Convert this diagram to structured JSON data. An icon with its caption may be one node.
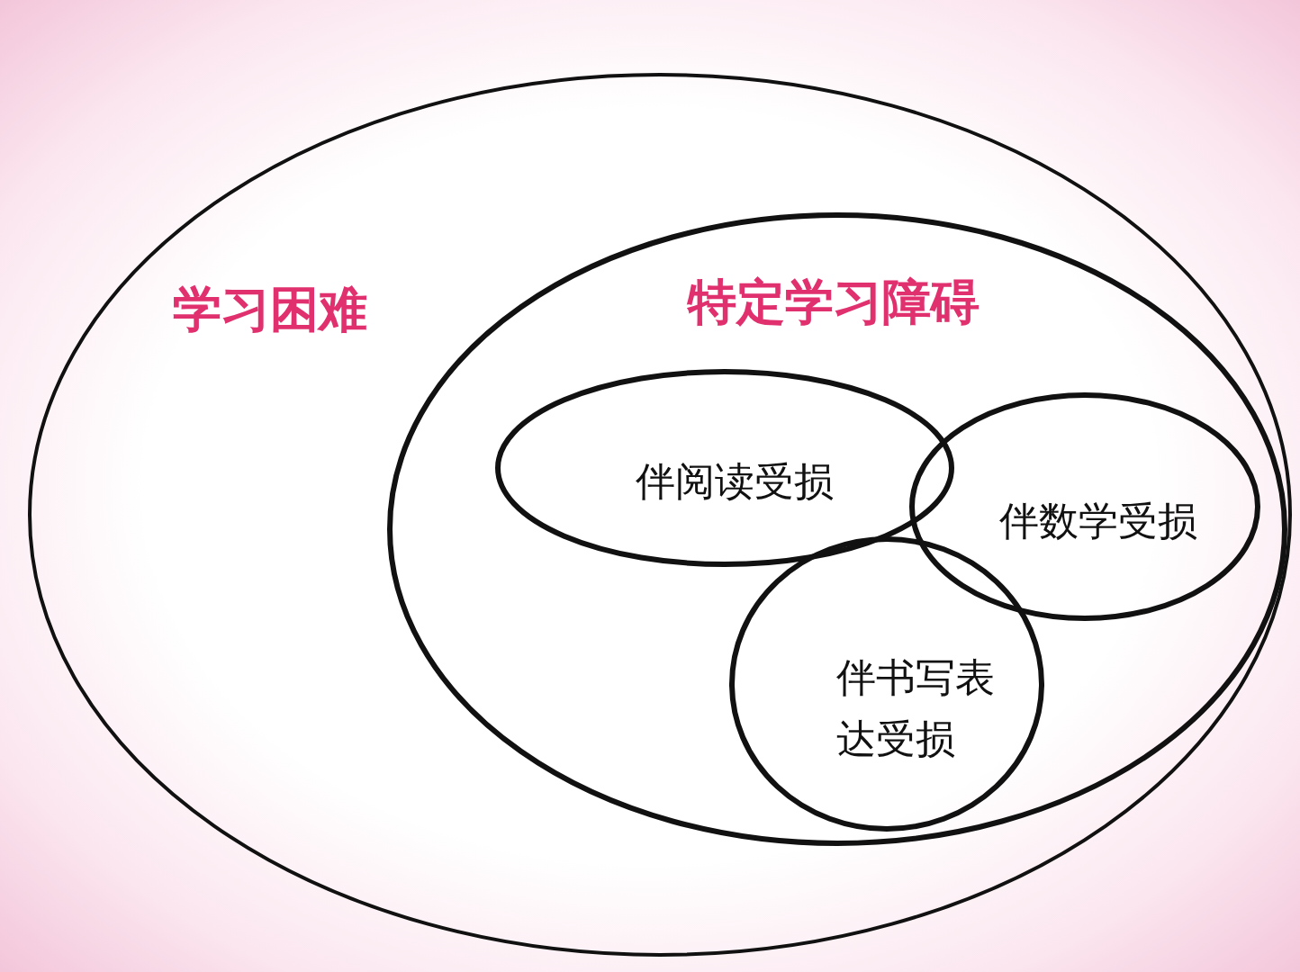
{
  "diagram": {
    "nodes": [
      {
        "text": [
          "学习困难"
        ]
      },
      {
        "text": [
          "特定学习障碍"
        ],
        "in": 0
      },
      {
        "text": [
          "伴阅读受损"
        ],
        "in": 1
      },
      {
        "text": [
          "伴数学受损"
        ],
        "in": 1
      },
      {
        "text": [
          "伴书写表达受损"
        ],
        "in": 1
      }
    ]
  }
}
